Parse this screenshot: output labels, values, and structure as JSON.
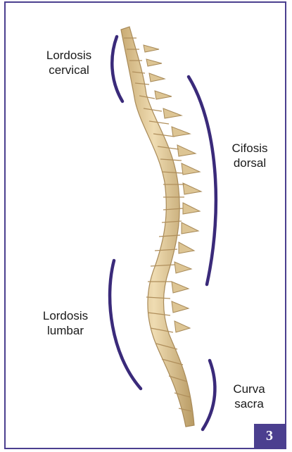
{
  "labels": {
    "cervical": [
      "Lordosis",
      "cervical"
    ],
    "dorsal": [
      "Cifosis",
      "dorsal"
    ],
    "lumbar": [
      "Lordosis",
      "lumbar"
    ],
    "sacral": [
      "Curva",
      "sacra"
    ]
  },
  "figure_number": "3",
  "colors": {
    "frame": "#4b3f8f",
    "bracket": "#3a2a7a",
    "bone": "#e8d3a6",
    "bone_shade": "#b99b66"
  }
}
